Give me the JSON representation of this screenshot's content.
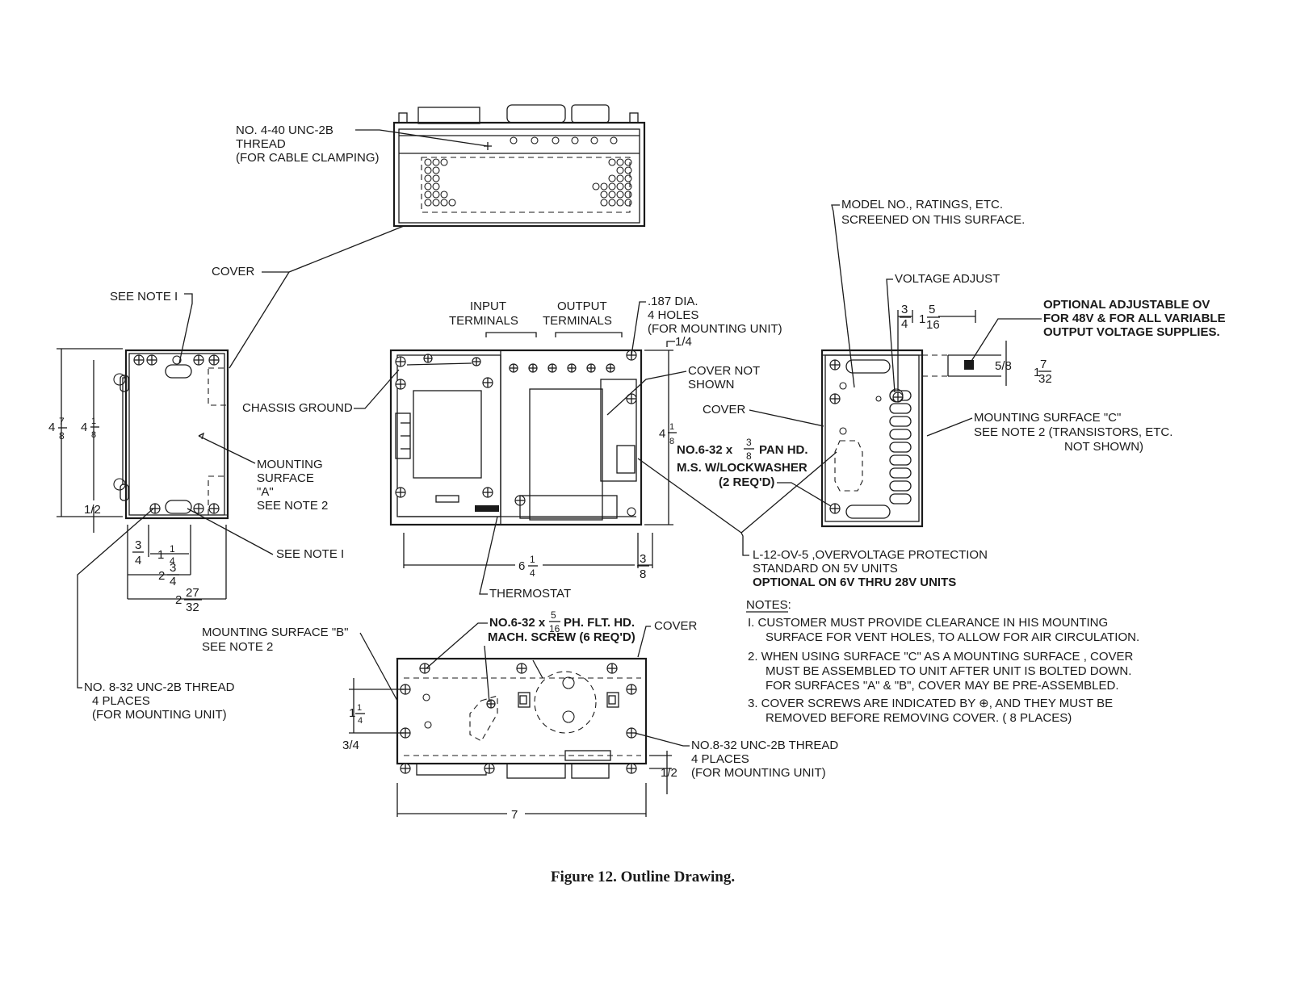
{
  "caption": "Figure 12.  Outline Drawing.",
  "top_view": {
    "thread_note": [
      "NO. 4-40 UNC-2B",
      "THREAD",
      "(FOR CABLE CLAMPING)"
    ],
    "cover_label": "COVER"
  },
  "left_view": {
    "see_note1_top": "SEE NOTE I",
    "chassis_ground": "CHASSIS GROUND",
    "mounting_surface_a": [
      "MOUNTING",
      "SURFACE",
      "\"A\"",
      "SEE NOTE 2"
    ],
    "see_note1_bottom": "SEE NOTE I",
    "dim_height_outer": [
      "4",
      "7",
      "8"
    ],
    "dim_height_inner": [
      "4",
      "1",
      "8"
    ],
    "dim_half": "1/2",
    "dim_3_4": [
      "3",
      "4"
    ],
    "dim_1_1_4": [
      "1",
      "1",
      "4"
    ],
    "dim_2_3_4": [
      "2",
      "3",
      "4"
    ],
    "dim_2_27_32": [
      "2",
      "27",
      "32"
    ],
    "mounting_surface_b": [
      "MOUNTING SURFACE \"B\"",
      "SEE NOTE 2"
    ],
    "thread_note": [
      "NO. 8-32 UNC-2B THREAD",
      "4 PLACES",
      "(FOR MOUNTING UNIT)"
    ]
  },
  "front_view": {
    "input_terminals": [
      "INPUT",
      "TERMINALS"
    ],
    "output_terminals": [
      "OUTPUT",
      "TERMINALS"
    ],
    "holes_note": [
      ".187 DIA.",
      "4 HOLES",
      "(FOR MOUNTING UNIT)"
    ],
    "dim_quarter": "1/4",
    "cover_not_shown": [
      "COVER NOT",
      "SHOWN"
    ],
    "cover_label": "COVER",
    "dim_height": [
      "4",
      "1",
      "8"
    ],
    "screw_note": [
      "NO.6-32 x",
      "3",
      "8",
      "PAN HD.",
      "M.S. W/LOCKWASHER",
      "(2 REQ'D)"
    ],
    "dim_width": [
      "6",
      "1",
      "4"
    ],
    "dim_3_8": [
      "3",
      "8"
    ],
    "thermostat": "THERMOSTAT",
    "ovp_note": [
      "L-12-OV-5 ,OVERVOLTAGE PROTECTION",
      "STANDARD ON 5V UNITS",
      "OPTIONAL ON 6V THRU 28V UNITS"
    ]
  },
  "right_view": {
    "model_note": [
      "MODEL NO., RATINGS, ETC.",
      "SCREENED ON THIS SURFACE."
    ],
    "voltage_adjust": "VOLTAGE ADJUST",
    "dim_3_4": [
      "3",
      "4"
    ],
    "dim_1_5_16": [
      "1",
      "5",
      "16"
    ],
    "optional_ov": [
      "OPTIONAL ADJUSTABLE OV",
      "FOR 48V & FOR ALL VARIABLE",
      "OUTPUT VOLTAGE SUPPLIES."
    ],
    "dim_5_8": "5/8",
    "dim_1_7_32": [
      "1",
      "7",
      "32"
    ],
    "mounting_surface_c": [
      "MOUNTING SURFACE \"C\"",
      "SEE NOTE 2 (TRANSISTORS, ETC.",
      "NOT SHOWN)"
    ]
  },
  "bottom_view": {
    "screw_note": [
      "NO.6-32 x",
      "5",
      "16",
      "PH. FLT. HD.",
      "MACH. SCREW (6 REQ'D)"
    ],
    "cover_label": "COVER",
    "dim_1_1_4": [
      "1",
      "1",
      "4"
    ],
    "dim_3_4": "3/4",
    "thread_note": [
      "NO.8-32 UNC-2B THREAD",
      "4 PLACES",
      "(FOR MOUNTING UNIT)"
    ],
    "dim_half": "1/2",
    "dim_width": "7"
  },
  "notes": {
    "heading": "NOTES:",
    "lines": [
      "I.  CUSTOMER MUST PROVIDE CLEARANCE IN HIS MOUNTING",
      "SURFACE FOR VENT HOLES, TO ALLOW FOR AIR CIRCULATION.",
      "2.  WHEN USING SURFACE \"C\" AS A MOUNTING SURFACE , COVER",
      "MUST BE ASSEMBLED TO UNIT AFTER UNIT IS BOLTED DOWN.",
      "FOR SURFACES \"A\" & \"B\", COVER MAY BE PRE-ASSEMBLED.",
      "3.  COVER SCREWS ARE INDICATED BY ⊕, AND THEY MUST BE",
      "REMOVED BEFORE REMOVING COVER. ( 8 PLACES)"
    ]
  }
}
